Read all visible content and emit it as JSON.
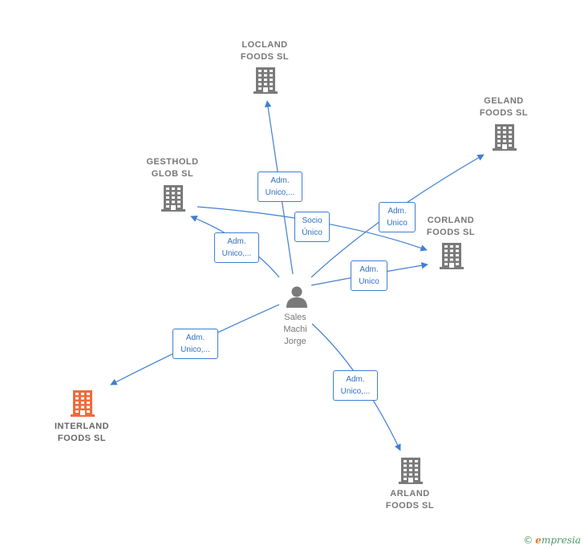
{
  "colors": {
    "edge": "#3f7fd0",
    "building": "#7a7a7a",
    "building_highlight": "#f26a3a",
    "person": "#7a7a7a"
  },
  "person": {
    "name_lines": [
      "Sales",
      "Machi",
      "Jorge"
    ],
    "icon": "person-icon"
  },
  "companies": [
    {
      "id": "locland",
      "lines": [
        "LOCLAND",
        "FOODS  SL"
      ],
      "icon": "building-icon"
    },
    {
      "id": "geland",
      "lines": [
        "GELAND",
        "FOODS  SL"
      ],
      "icon": "building-icon"
    },
    {
      "id": "gesthold",
      "lines": [
        "GESTHOLD",
        "GLOB  SL"
      ],
      "icon": "building-icon"
    },
    {
      "id": "corland",
      "lines": [
        "CORLAND",
        "FOODS  SL"
      ],
      "icon": "building-icon"
    },
    {
      "id": "interland",
      "lines": [
        "INTERLAND",
        "FOODS  SL"
      ],
      "icon": "building-icon",
      "highlight": true
    },
    {
      "id": "arland",
      "lines": [
        "ARLAND",
        "FOODS  SL"
      ],
      "icon": "building-icon"
    }
  ],
  "edges": [
    {
      "id": "to-locland",
      "lines": [
        "Adm.",
        "Unico,..."
      ]
    },
    {
      "id": "to-gesthold",
      "lines": [
        "Adm.",
        "Unico,..."
      ]
    },
    {
      "id": "to-geland",
      "lines": [
        "Adm.",
        "Unico"
      ]
    },
    {
      "id": "to-corland",
      "lines": [
        "Adm.",
        "Unico"
      ]
    },
    {
      "id": "gesthold-corland",
      "lines": [
        "Socio",
        "Único"
      ]
    },
    {
      "id": "to-interland",
      "lines": [
        "Adm.",
        "Unico,..."
      ]
    },
    {
      "id": "to-arland",
      "lines": [
        "Adm.",
        "Unico,..."
      ]
    }
  ],
  "brand": {
    "copyright": "©",
    "initial": "e",
    "name": "mpresia"
  }
}
